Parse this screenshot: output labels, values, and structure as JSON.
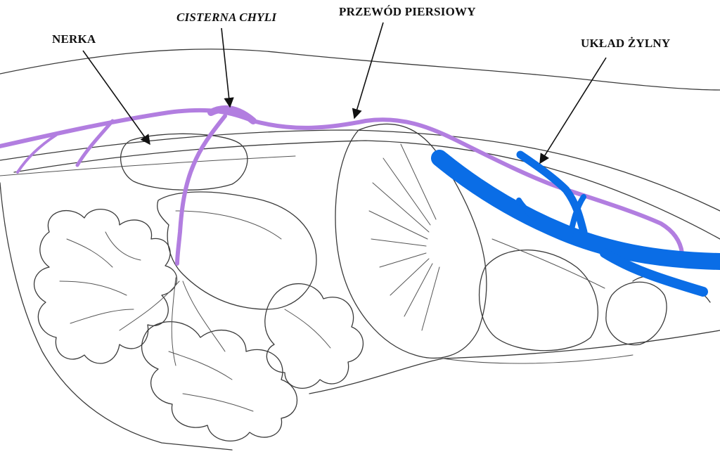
{
  "labels": {
    "kidney": "NERKA",
    "cisterna": "CISTERNA CHYLI",
    "thoracic_duct": "PRZEWÓD PIERSIOWY",
    "venous_system": "UKŁAD ŻYLNY"
  },
  "colors": {
    "lymph_vessel": "#b27ee0",
    "vein": "#0a6de6",
    "outline": "#3a3a3a"
  }
}
